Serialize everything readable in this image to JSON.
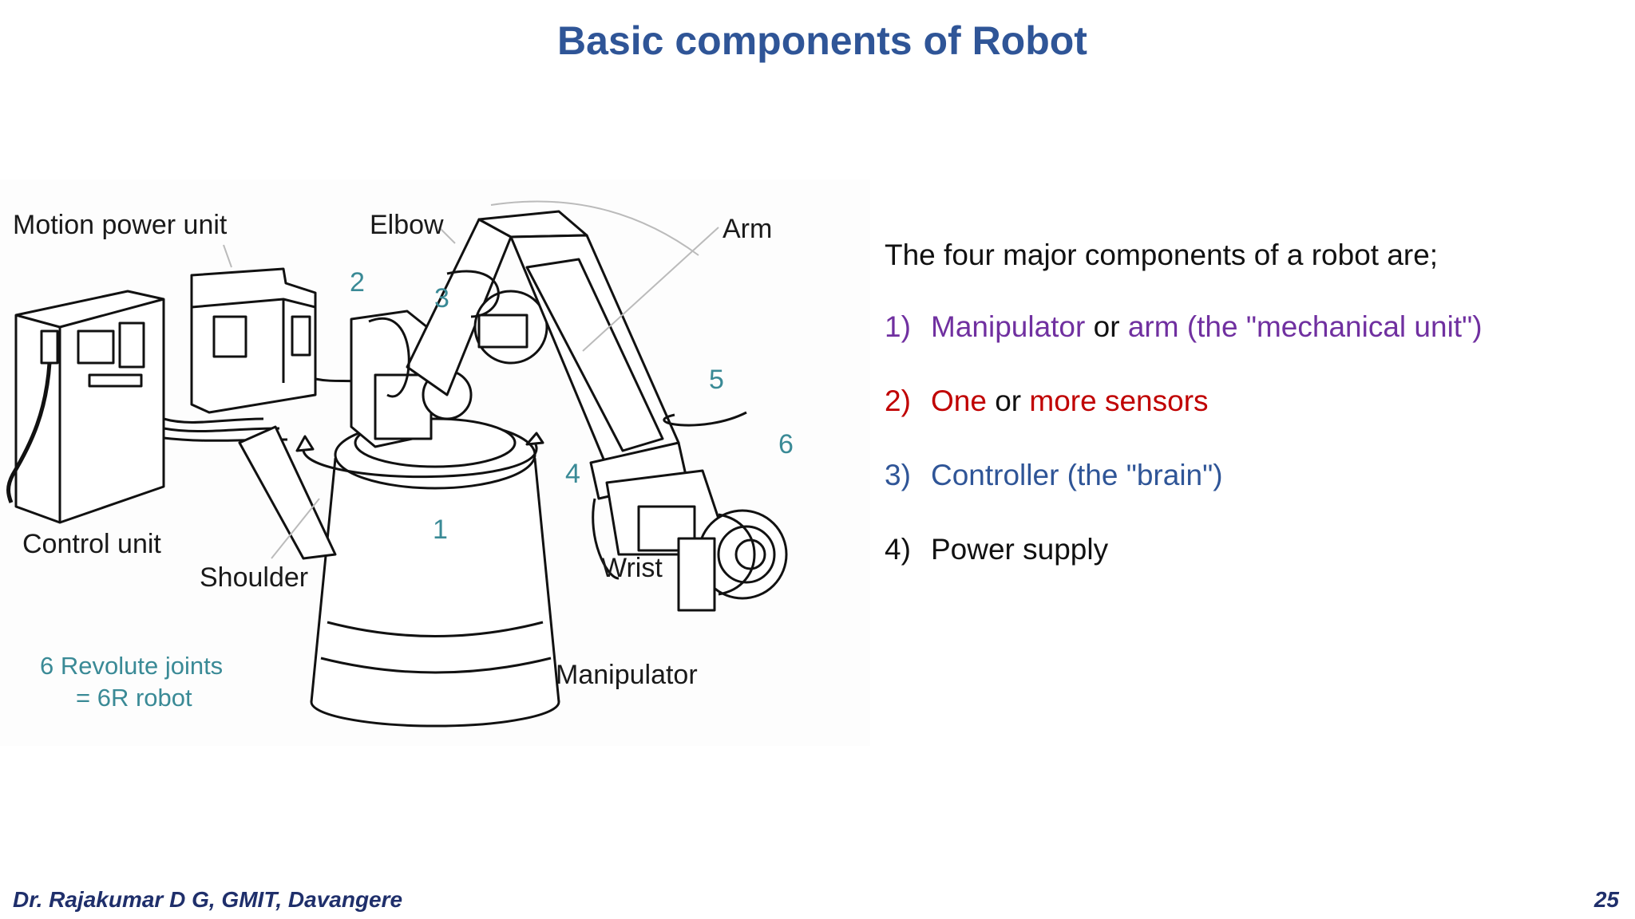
{
  "slide": {
    "title": "Basic components of Robot",
    "page_number": "25",
    "footer": "Dr. Rajakumar D G, GMIT, Davangere"
  },
  "diagram": {
    "labels": {
      "motion_power_unit": "Motion power unit",
      "elbow": "Elbow",
      "arm": "Arm",
      "control_unit": "Control unit",
      "shoulder": "Shoulder",
      "wrist": "Wrist",
      "manipulator": "Manipulator"
    },
    "joint_numbers": [
      "1",
      "2",
      "3",
      "4",
      "5",
      "6"
    ],
    "note_line1": "6 Revolute joints",
    "note_line2": "= 6R robot"
  },
  "content": {
    "intro": "The four major components of a robot are;",
    "items": [
      {
        "num": "1)",
        "part_a": "Manipulator",
        "join": " or ",
        "part_b": "arm (the \"mechanical unit\")"
      },
      {
        "num": "2)",
        "part_a": "One",
        "join": " or ",
        "part_b": "more sensors"
      },
      {
        "num": "3)",
        "text": "Controller (the \"brain\")"
      },
      {
        "num": "4)",
        "text": "Power supply"
      }
    ]
  },
  "colors": {
    "title": "#2f5597",
    "purple": "#7030a0",
    "red": "#c00000",
    "blue": "#2f5597",
    "teal": "#3a8a96",
    "footer": "#1f2f6b"
  }
}
